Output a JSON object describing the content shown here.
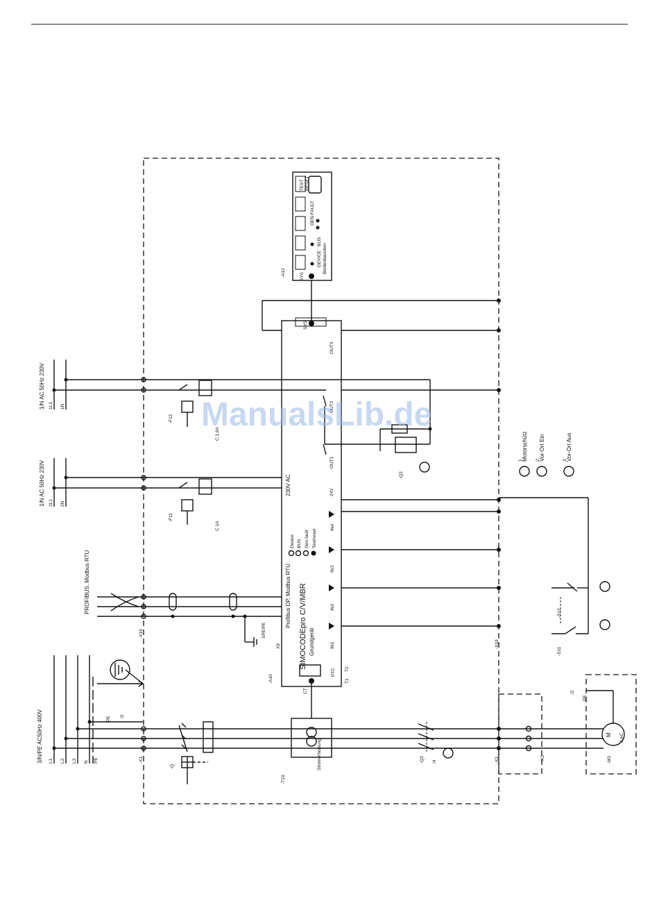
{
  "watermark": "ManualsLib.de",
  "labels": {
    "mains3": "3/N/PE AC50Hz 400V",
    "mains3_lines": [
      "L1",
      "L2",
      "L3",
      "N",
      "PE"
    ],
    "supply1": "1/N AC 50Hz 230V",
    "supply1_lines": [
      "1L1",
      "1N"
    ],
    "supply2": "1/N AC 50Hz 230V",
    "supply2_lines": [
      "2L1",
      "2N"
    ],
    "profibus": "PROFIBUS, Modbus RTU",
    "x1": "-X1",
    "x2": "-X2",
    "x19": "-X19",
    "q": "-Q",
    "f11": "-F11",
    "f11_rating": "C 1A",
    "f12": "-F12",
    "f12_rating": "C 1,6A",
    "q2": "-Q2",
    "q2_ref": "/4",
    "t10": "-T10",
    "t10_name": "Stromerfassung",
    "a10": "-A10",
    "a12": "-A12",
    "m1": "-M1",
    "m1_sym": "M",
    "m1_ac": "3 AC",
    "s11": "-S11",
    "s12": "-S12",
    "pe": "PE",
    "pe_ref": "/2",
    "x9": "X9",
    "spe": "SPE/PE"
  },
  "device": {
    "title": "SIMOCODEpro C/V/MBR",
    "subtitle": "Grundgerät",
    "bus": "Profibus DP, Modbus RTU",
    "supply": "230V AC",
    "leds": [
      "Device",
      "BUS",
      "Gen.fault",
      "Test/reset"
    ],
    "inputs": [
      "IN1",
      "IN2",
      "IN3",
      "IN4"
    ],
    "outputs": [
      "OUT1",
      "OUT2",
      "OUT3"
    ],
    "ptc": "PTC",
    "ct": "CT",
    "sys": "SYS",
    "v24": "24V",
    "t1": "T1",
    "t2": "T2"
  },
  "panel": {
    "name": "Bedienbaustein",
    "sys": "SYS",
    "device": "DEVICE",
    "bus": "BUS",
    "genfault": "GEN.FAULT",
    "test": "TEST",
    "reset": "RESET"
  },
  "legend": [
    {
      "num": "1",
      "text": "Motorschütz"
    },
    {
      "num": "2",
      "text": "Vor-Ort\nEin"
    },
    {
      "num": "3",
      "text": "Vor-Ort\nAus"
    }
  ]
}
